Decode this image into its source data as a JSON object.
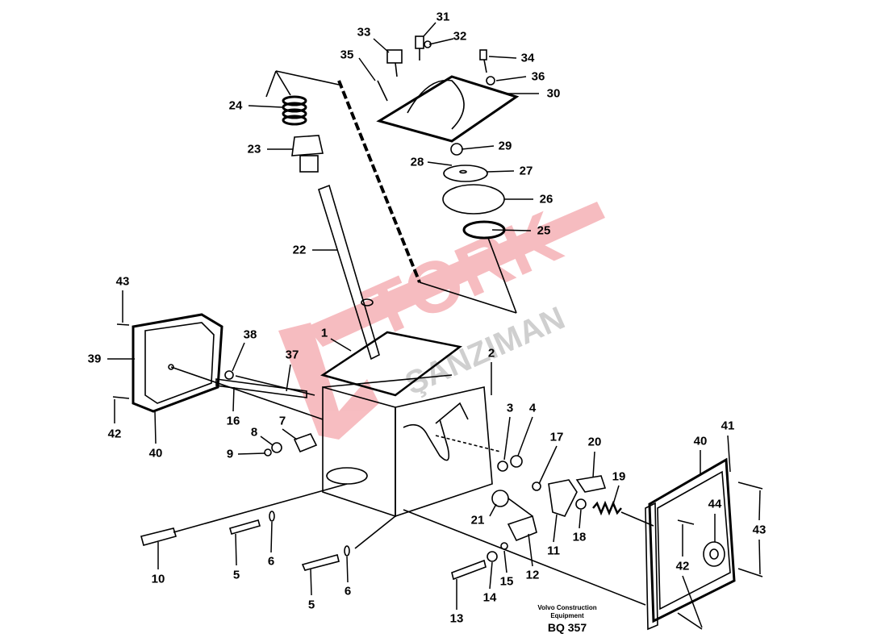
{
  "diagram": {
    "watermark": {
      "brand": "TORK",
      "subtitle": "ŞANZIMAN",
      "color_red": "#e8424e",
      "color_gray": "#9a9a9a"
    },
    "part_labels": [
      "31",
      "32",
      "33",
      "34",
      "35",
      "36",
      "30",
      "29",
      "28",
      "27",
      "26",
      "25",
      "24",
      "23",
      "22",
      "43",
      "39",
      "42",
      "40",
      "38",
      "37",
      "1",
      "2",
      "16",
      "7",
      "8",
      "9",
      "3",
      "4",
      "17",
      "20",
      "19",
      "21",
      "18",
      "11",
      "12",
      "15",
      "14",
      "13",
      "10",
      "5",
      "6",
      "5",
      "6",
      "40",
      "41",
      "44",
      "43",
      "42"
    ],
    "footer": {
      "company_line1": "Volvo Construction",
      "company_line2": "Equipment",
      "code": "BQ 357"
    }
  }
}
